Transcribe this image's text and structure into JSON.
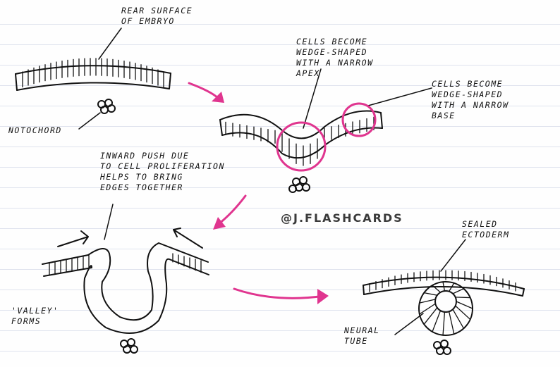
{
  "labels": {
    "rear_surface": "REAR SURFACE\nOF EMBRYO",
    "notochord": "NOTOCHORD",
    "wedge_apex": "CELLS BECOME\nWEDGE-SHAPED\nWITH A NARROW\nAPEX",
    "wedge_base": "CELLS BECOME\nWEDGE-SHAPED\nWITH A NARROW\nBASE",
    "inward_push": "INWARD PUSH DUE\nTO CELL PROLIFERATION\nHELPS TO BRING\nEDGES TOGETHER",
    "valley": "'VALLEY'\nFORMS",
    "sealed": "SEALED\nECTODERM",
    "neural_tube": "NEURAL\nTUBE"
  },
  "watermark": "@J.FLASHCARDS",
  "colors": {
    "ink": "#111111",
    "accent": "#e0358f",
    "rule": "#dfe3ee"
  }
}
